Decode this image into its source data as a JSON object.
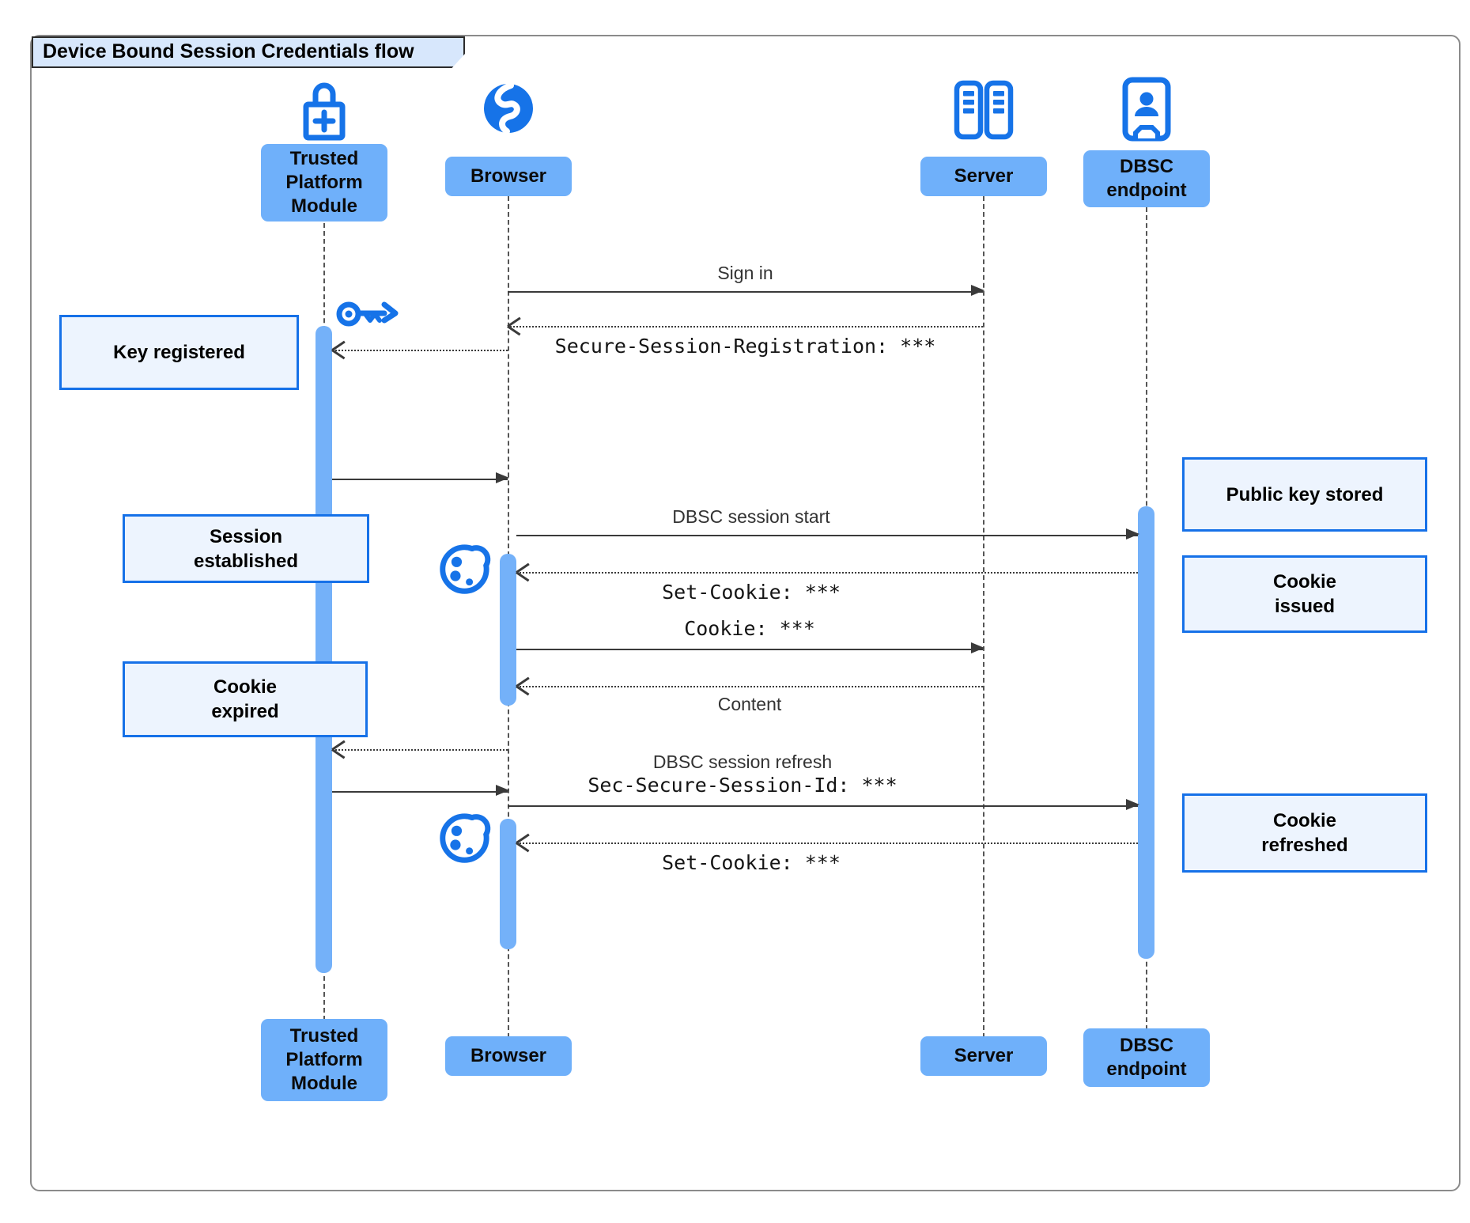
{
  "title": "Device Bound Session Credentials flow",
  "colors": {
    "accent": "#1673e8",
    "participant_fill": "#6fb0fa",
    "activation_fill": "#74b1f9",
    "note_fill": "#edf4fe",
    "note_border": "#1671e8",
    "title_fill": "#d7e7fc",
    "line": "#3a3a3a"
  },
  "participants": [
    {
      "id": "tpm",
      "label": "Trusted\nPlatform\nModule",
      "icon": "lock-plus-icon"
    },
    {
      "id": "browser",
      "label": "Browser",
      "icon": "globe-icon"
    },
    {
      "id": "server",
      "label": "Server",
      "icon": "server-rack-icon"
    },
    {
      "id": "dbsc",
      "label": "DBSC\nendpoint",
      "icon": "kiosk-person-icon"
    }
  ],
  "messages": [
    {
      "from": "Browser",
      "to": "Server",
      "label": "Sign in",
      "style": "solid"
    },
    {
      "from": "Server",
      "to": "Browser",
      "label": "Secure-Session-Registration: ***",
      "style": "dotted"
    },
    {
      "from": "Browser",
      "to": "Trusted Platform Module",
      "label": "",
      "style": "dotted"
    },
    {
      "from": "Trusted Platform Module",
      "to": "Browser",
      "label": "",
      "style": "solid"
    },
    {
      "from": "Browser",
      "to": "DBSC endpoint",
      "label": "DBSC session start",
      "style": "solid"
    },
    {
      "from": "DBSC endpoint",
      "to": "Browser",
      "label": "Set-Cookie: ***",
      "style": "dotted"
    },
    {
      "from": "Browser",
      "to": "Server",
      "label": "Cookie: ***",
      "style": "solid"
    },
    {
      "from": "Server",
      "to": "Browser",
      "label": "Content",
      "style": "dotted"
    },
    {
      "from": "Browser",
      "to": "Trusted Platform Module",
      "label": "",
      "style": "dotted"
    },
    {
      "from": "Trusted Platform Module",
      "to": "Browser",
      "label": "",
      "style": "solid"
    },
    {
      "from": "Browser",
      "to": "DBSC endpoint",
      "label": "DBSC session refresh",
      "label2": "Sec-Secure-Session-Id: ***",
      "style": "solid"
    },
    {
      "from": "DBSC endpoint",
      "to": "Browser",
      "label": "Set-Cookie: ***",
      "style": "dotted"
    }
  ],
  "notes": {
    "key_registered": "Key registered",
    "session_established": "Session\nestablished",
    "cookie_expired": "Cookie\nexpired",
    "public_key_stored": "Public key stored",
    "cookie_issued": "Cookie\nissued",
    "cookie_refreshed": "Cookie\nrefreshed"
  },
  "decorations": {
    "key_icon": "key-icon",
    "cookie_icon_1": "cookie-icon",
    "cookie_icon_2": "cookie-icon"
  }
}
